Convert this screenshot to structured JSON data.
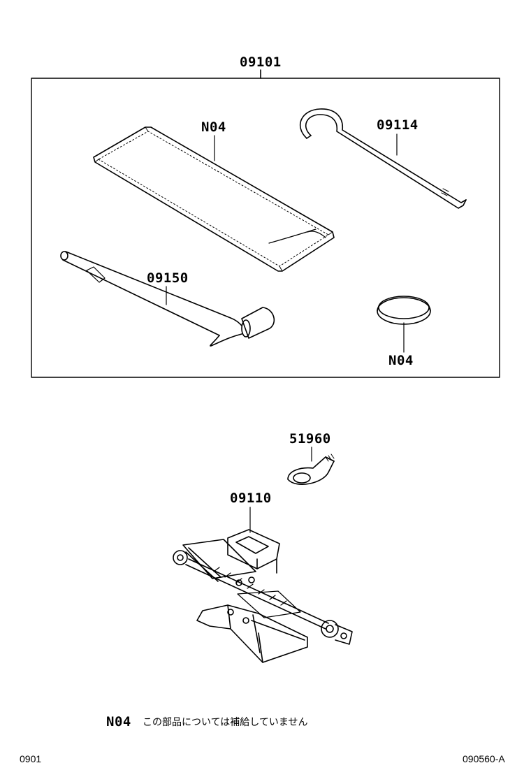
{
  "group_label": "09101",
  "callouts": {
    "n04_bag": "N04",
    "hook_tool": "09114",
    "wheel_wrench": "09150",
    "ring": "N04",
    "eye_bolt": "51960",
    "jack": "09110"
  },
  "note": {
    "code": "N04",
    "text": "この部品については補給していません"
  },
  "footer": {
    "left": "0901",
    "right": "090560-A"
  }
}
